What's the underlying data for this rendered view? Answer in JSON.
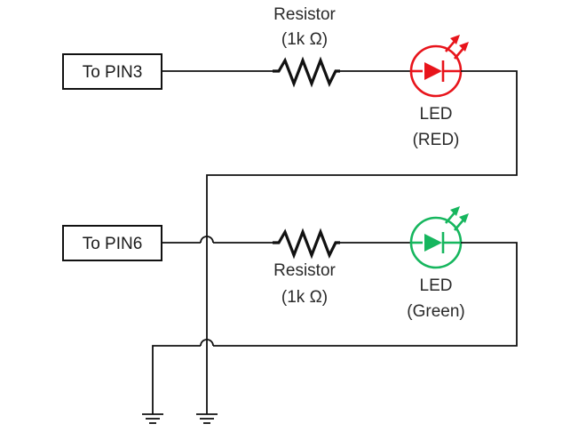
{
  "pins": {
    "pin3": "To PIN3",
    "pin6": "To PIN6"
  },
  "resistor_top": {
    "name": "Resistor",
    "value": "(1k Ω)"
  },
  "resistor_bottom": {
    "name": "Resistor",
    "value": "(1k Ω)"
  },
  "led_red": {
    "name": "LED",
    "color_label": "(RED)",
    "color": "#e8141b"
  },
  "led_green": {
    "name": "LED",
    "color_label": "(Green)",
    "color": "#16b65e"
  }
}
